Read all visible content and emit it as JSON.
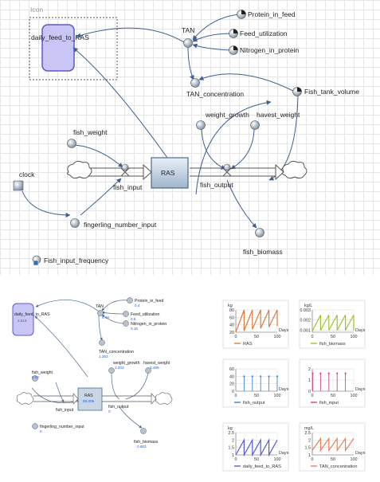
{
  "diagram": {
    "group_label": "Icon",
    "nodes": {
      "daily_feed": "daily_feed_to_RAS",
      "tan": "TAN",
      "protein": "Protein_in_feed",
      "feed_util": "Feed_utilization",
      "nitrogen": "Nitrogen_in_protein",
      "tan_conc": "TAN_concentration",
      "tank_vol": "Fish_tank_volume",
      "fish_weight": "fish_weight",
      "weight_growth": "weight_growth",
      "harvest_weight": "havest_weight",
      "clock": "clock",
      "ras": "RAS",
      "fish_input": "fish_input",
      "fish_output": "fish_output",
      "fingerling": "fingerling_number_input",
      "fish_biomass": "fish_biomass",
      "input_freq": "Fish_input_frequency"
    }
  },
  "mini_values": {
    "daily_feed": "2.516",
    "tan": "0.48",
    "protein": "0.4",
    "feed_util": "0.5",
    "nitrogen": "0.16",
    "tan_conc": "1.283",
    "fish_weight": "0.02",
    "weight_growth": "1.203",
    "harvest_weight": "0.495",
    "ras": "59.308",
    "fish_output": "0",
    "fingerling": "0",
    "fish_biomass": "0.603"
  },
  "chart_data": [
    {
      "type": "line",
      "unit": "kg",
      "xlabel": "Days",
      "legend": "RAS",
      "color": "#e07b3a",
      "xticks": [
        0,
        50,
        100
      ],
      "yticks": [
        20,
        40,
        60,
        80
      ],
      "ylim": [
        20,
        80
      ],
      "xlim": [
        0,
        100
      ],
      "points": [
        [
          0,
          20
        ],
        [
          20,
          80
        ],
        [
          20,
          24
        ],
        [
          40,
          80
        ],
        [
          40,
          28
        ],
        [
          60,
          80
        ],
        [
          60,
          30
        ],
        [
          80,
          80
        ],
        [
          80,
          34
        ],
        [
          100,
          80
        ],
        [
          100,
          36
        ]
      ]
    },
    {
      "type": "line",
      "unit": "kg/L",
      "xlabel": "Days",
      "legend": "fish_biomass",
      "color": "#9cc32f",
      "xticks": [
        0,
        50,
        100
      ],
      "yticks": [
        0.001,
        0.002,
        0.003
      ],
      "ylim": [
        0.0008,
        0.003
      ],
      "xlim": [
        0,
        100
      ],
      "points": [
        [
          0,
          0.0009
        ],
        [
          20,
          0.0025
        ],
        [
          20,
          0.001
        ],
        [
          40,
          0.0025
        ],
        [
          40,
          0.001
        ],
        [
          60,
          0.0025
        ],
        [
          60,
          0.001
        ],
        [
          80,
          0.0025
        ],
        [
          80,
          0.001
        ],
        [
          100,
          0.0025
        ],
        [
          100,
          0.001
        ]
      ]
    },
    {
      "type": "spikes",
      "unit": "",
      "xlabel": "Days",
      "legend": "fish_output",
      "color": "#3a86d8",
      "xticks": [
        0,
        50,
        100
      ],
      "yticks": [
        0,
        20,
        40,
        60
      ],
      "ylim": [
        0,
        60
      ],
      "xlim": [
        0,
        100
      ],
      "spikes": [
        [
          20,
          40
        ],
        [
          40,
          40
        ],
        [
          60,
          40
        ],
        [
          80,
          40
        ],
        [
          100,
          40
        ]
      ]
    },
    {
      "type": "spikes",
      "unit": "",
      "xlabel": "Days",
      "legend": "fish_input",
      "color": "#d94585",
      "xticks": [
        0,
        50,
        100
      ],
      "yticks": [
        0,
        1,
        2
      ],
      "ylim": [
        0,
        2
      ],
      "xlim": [
        0,
        100
      ],
      "spikes": [
        [
          1,
          1.6
        ],
        [
          20,
          1.6
        ],
        [
          40,
          1.6
        ],
        [
          60,
          1.6
        ],
        [
          80,
          1.6
        ]
      ]
    },
    {
      "type": "line",
      "unit": "kg",
      "xlabel": "Days",
      "legend": "daily_feed_to_RAS",
      "color": "#5a5bd4",
      "xticks": [
        0,
        50,
        100
      ],
      "yticks": [
        1,
        1.5,
        2,
        2.5
      ],
      "ylim": [
        1,
        2.5
      ],
      "xlim": [
        0,
        100
      ],
      "points": [
        [
          0,
          1
        ],
        [
          20,
          2
        ],
        [
          20,
          1
        ],
        [
          40,
          2
        ],
        [
          40,
          1
        ],
        [
          60,
          2
        ],
        [
          60,
          1
        ],
        [
          80,
          2
        ],
        [
          80,
          1
        ],
        [
          100,
          2
        ]
      ]
    },
    {
      "type": "line",
      "unit": "mg/L",
      "xlabel": "Days",
      "legend": "TAN_concentration",
      "color": "#e8805a",
      "xticks": [
        0,
        50,
        100
      ],
      "yticks": [
        1,
        1.5,
        2,
        2.5
      ],
      "ylim": [
        1,
        2.5
      ],
      "xlim": [
        0,
        100
      ],
      "points": [
        [
          0,
          1.3
        ],
        [
          20,
          2.1
        ],
        [
          20,
          1.3
        ],
        [
          40,
          2.1
        ],
        [
          40,
          1.3
        ],
        [
          60,
          2.1
        ],
        [
          60,
          1.3
        ],
        [
          80,
          2.1
        ],
        [
          80,
          1.3
        ],
        [
          100,
          2.1
        ]
      ]
    }
  ]
}
